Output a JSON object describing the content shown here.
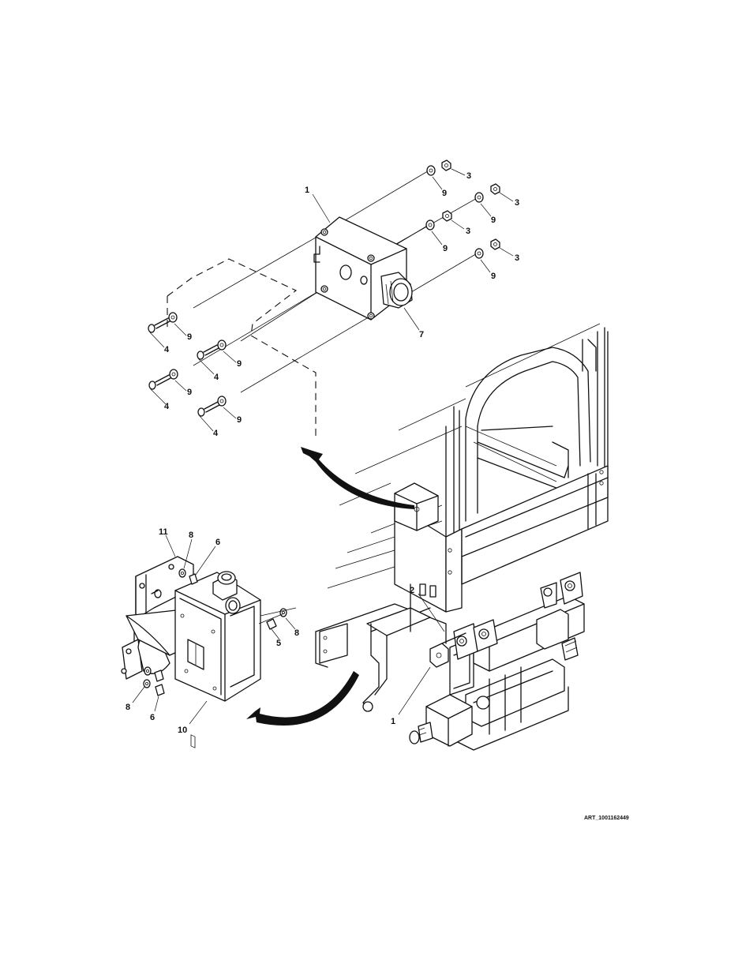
{
  "figure": {
    "art_id": "ART_1001162449",
    "upper_callouts": {
      "enclosure": "1",
      "nut_a": "3",
      "nut_b": "3",
      "nut_c": "3",
      "nut_d": "3",
      "washer_a": "9",
      "washer_b": "9",
      "washer_c": "9",
      "washer_d": "9",
      "washer_e": "9",
      "washer_f": "9",
      "washer_g": "9",
      "washer_h": "9",
      "cable_gland": "7",
      "bolt_a": "4",
      "bolt_b": "4",
      "bolt_c": "4",
      "bolt_d": "4"
    },
    "lower_callouts": {
      "bracket": "11",
      "washer_top": "8",
      "screw_top": "6",
      "washer_right": "8",
      "screw_right": "5",
      "washer_bottom": "8",
      "screw_bottom": "6",
      "control_box": "10",
      "frame_part": "2",
      "frame_enclosure": "1"
    }
  }
}
